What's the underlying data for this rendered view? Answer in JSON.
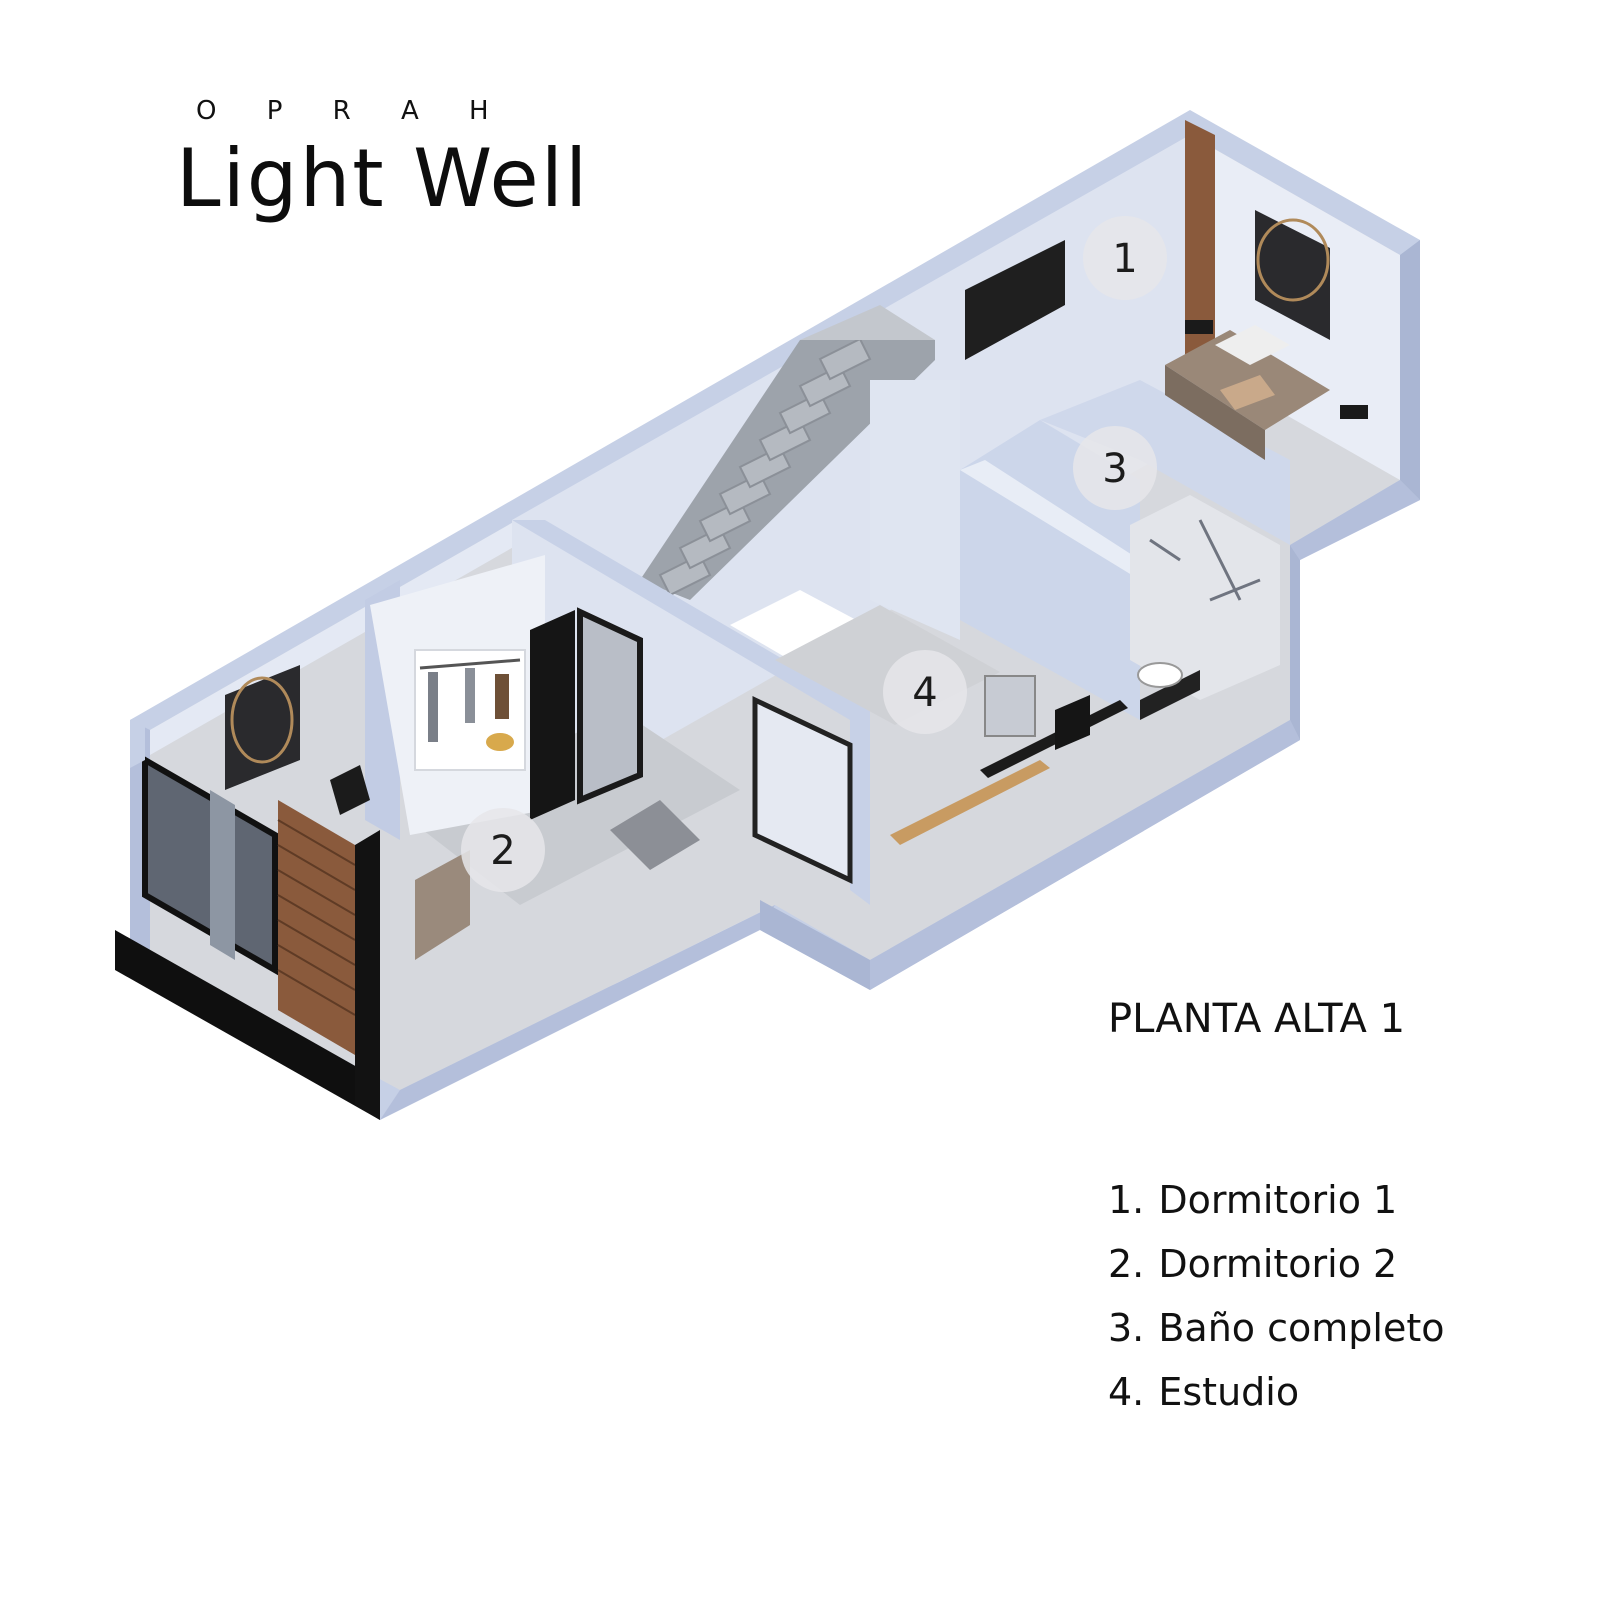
{
  "header": {
    "brand": "O P R A H",
    "title": "Light Well"
  },
  "floor_label": "PLANTA ALTA 1",
  "room_markers": [
    {
      "number": "1",
      "room": "Dormitorio 1"
    },
    {
      "number": "2",
      "room": "Dormitorio 2"
    },
    {
      "number": "3",
      "room": "Baño completo"
    },
    {
      "number": "4",
      "room": "Estudio"
    }
  ],
  "legend": [
    {
      "number": "1.",
      "label": "Dormitorio 1"
    },
    {
      "number": "2.",
      "label": "Dormitorio 2"
    },
    {
      "number": "3.",
      "label": "Baño completo"
    },
    {
      "number": "4.",
      "label": "Estudio"
    }
  ],
  "colors": {
    "wall": "#c9d3e8",
    "wall_side": "#b6c1dc",
    "wall_top": "#e8edf7",
    "floor": "#d4d6da",
    "wood": "#8a5a3c",
    "dark": "#1a1a1a",
    "marker_fill": "#e6e6ea"
  }
}
